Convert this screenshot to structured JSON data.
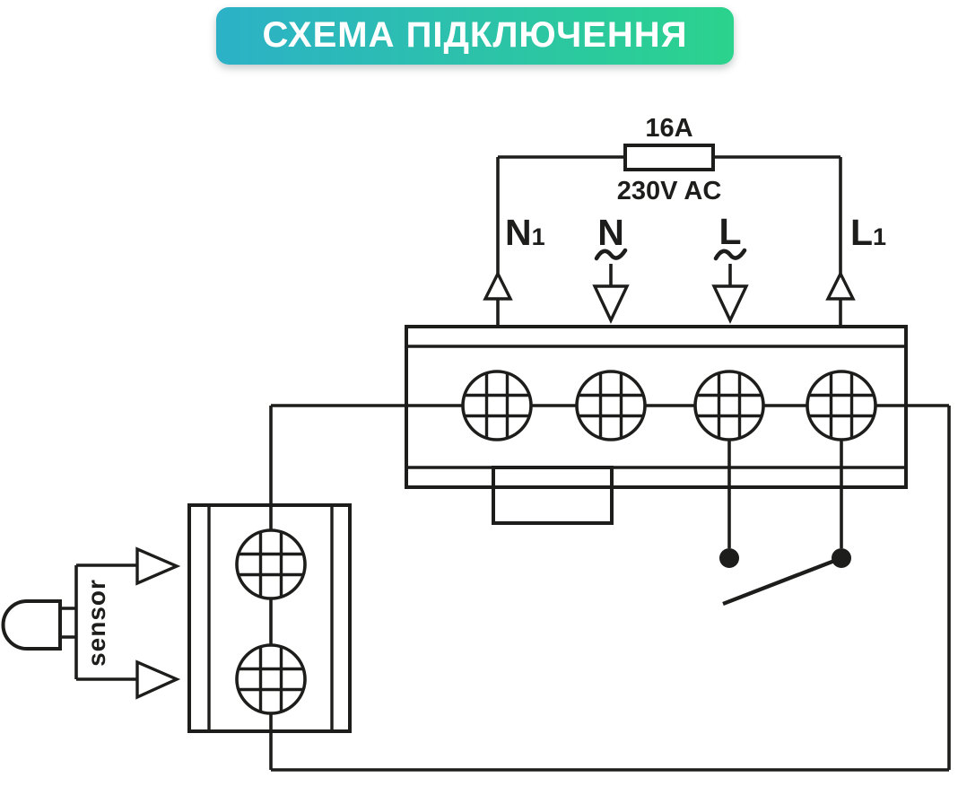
{
  "title": {
    "text": "СХЕМА ПІДКЛЮЧЕННЯ",
    "gradient_start": "#2cb1c7",
    "gradient_end": "#2bd38d",
    "text_color": "#ffffff"
  },
  "fuse": {
    "rating": "16A",
    "voltage": "230V AC"
  },
  "terminals": {
    "n1": {
      "base": "N",
      "sub": "1"
    },
    "n": {
      "base": "N"
    },
    "l": {
      "base": "L"
    },
    "l1": {
      "base": "L",
      "sub": "1"
    }
  },
  "sensor": {
    "label": "sensor"
  },
  "colors": {
    "line": "#1d1d1b"
  }
}
